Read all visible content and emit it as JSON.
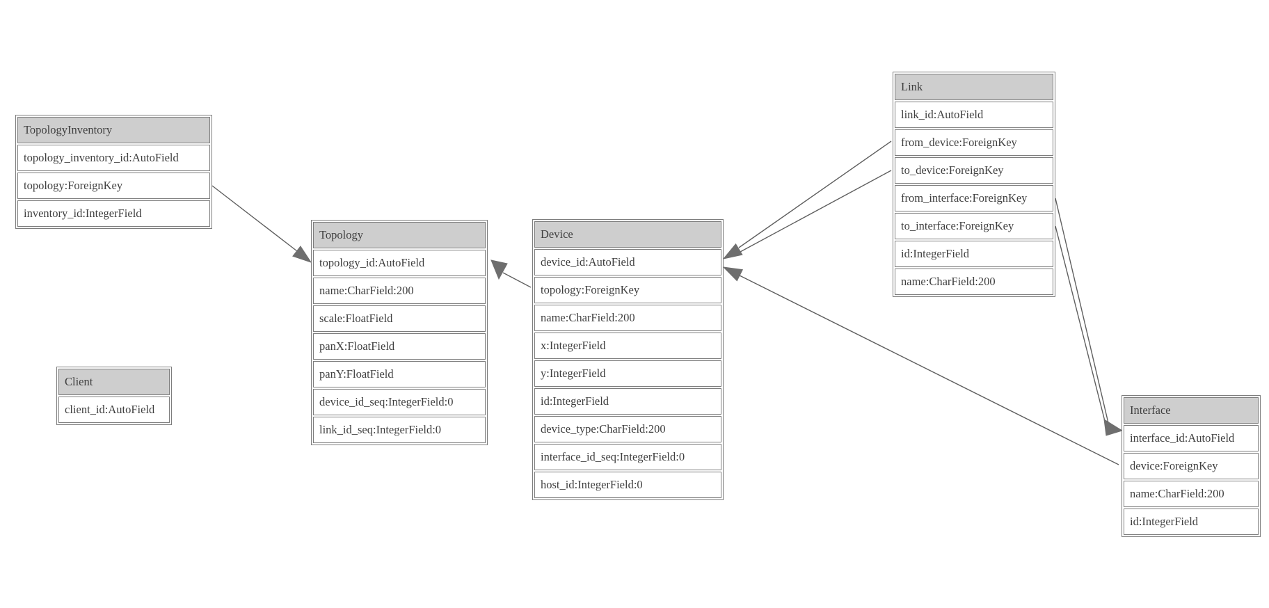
{
  "diagram_type": "entity-relationship",
  "colors": {
    "background": "#ffffff",
    "header_fill": "#cecece",
    "border": "#7d7d7d",
    "text": "#3f3f3f",
    "edge": "#5f5f5f",
    "arrow": "#6e6e6e"
  },
  "entities": [
    {
      "id": "topology_inventory",
      "name": "TopologyInventory",
      "fields": [
        "topology_inventory_id:AutoField",
        "topology:ForeignKey",
        "inventory_id:IntegerField"
      ]
    },
    {
      "id": "topology",
      "name": "Topology",
      "fields": [
        "topology_id:AutoField",
        "name:CharField:200",
        "scale:FloatField",
        "panX:FloatField",
        "panY:FloatField",
        "device_id_seq:IntegerField:0",
        "link_id_seq:IntegerField:0"
      ]
    },
    {
      "id": "client",
      "name": "Client",
      "fields": [
        "client_id:AutoField"
      ]
    },
    {
      "id": "device",
      "name": "Device",
      "fields": [
        "device_id:AutoField",
        "topology:ForeignKey",
        "name:CharField:200",
        "x:IntegerField",
        "y:IntegerField",
        "id:IntegerField",
        "device_type:CharField:200",
        "interface_id_seq:IntegerField:0",
        "host_id:IntegerField:0"
      ]
    },
    {
      "id": "link",
      "name": "Link",
      "fields": [
        "link_id:AutoField",
        "from_device:ForeignKey",
        "to_device:ForeignKey",
        "from_interface:ForeignKey",
        "to_interface:ForeignKey",
        "id:IntegerField",
        "name:CharField:200"
      ]
    },
    {
      "id": "interface",
      "name": "Interface",
      "fields": [
        "interface_id:AutoField",
        "device:ForeignKey",
        "name:CharField:200",
        "id:IntegerField"
      ]
    }
  ],
  "relationships": [
    {
      "from": "TopologyInventory.topology",
      "to": "Topology.topology_id"
    },
    {
      "from": "Device.topology",
      "to": "Topology.topology_id"
    },
    {
      "from": "Link.from_device",
      "to": "Device.device_id"
    },
    {
      "from": "Link.to_device",
      "to": "Device.device_id"
    },
    {
      "from": "Link.from_interface",
      "to": "Interface.interface_id"
    },
    {
      "from": "Link.to_interface",
      "to": "Interface.interface_id"
    },
    {
      "from": "Interface.device",
      "to": "Device.device_id"
    }
  ]
}
